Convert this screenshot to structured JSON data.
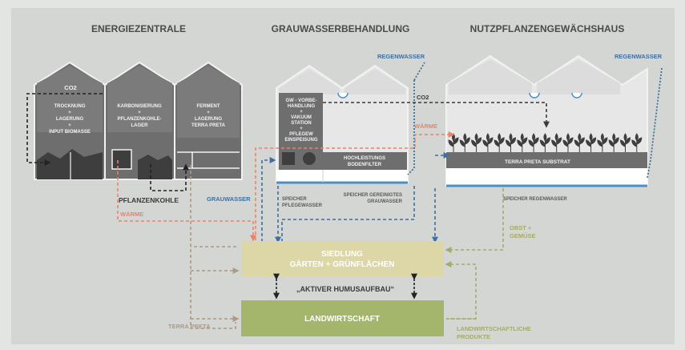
{
  "colors": {
    "background": "#d3d6d3",
    "house_dark": "#6e6e6e",
    "house_light": "#bcbcbc",
    "grey_arrow": "#8b8b8b",
    "water_blue": "#3f6f9f",
    "heat_orange": "#e9836b",
    "dark_arrow": "#3a3a3a",
    "tp_brown": "#ae9a83",
    "green_arrow": "#a5ab6c",
    "siedlung_fill": "#ddd6a6",
    "landwirtschaft_fill": "#a4b56c"
  },
  "sections": {
    "energy": "ENERGIEZENTRALE",
    "greywater": "GRAUWASSERBEHANDLUNG",
    "greenhouse": "NUTZPFLANZENGEWÄCHSHAUS"
  },
  "energy_house": {
    "co2": "CO2",
    "col1": [
      "TROCKNUNG",
      "+",
      "LAGERUNG",
      "+",
      "INPUT BIOMASSE"
    ],
    "col2": [
      "KARBONISIERUNG",
      "+",
      "PFLANZENKOHLE-",
      "LAGER"
    ],
    "col3": [
      "FERMENT",
      "+",
      "LAGERUNG",
      "TERRA PRETA"
    ]
  },
  "grey_house": {
    "lines": [
      "GW - VORBE-",
      "HANDLUNG",
      "+",
      "VAKUUM",
      "STATION",
      "+",
      "PFLEGEW",
      "EINSPEISUNG"
    ],
    "filter": [
      "HOCHLEISTUNGS",
      "BODENFILTER"
    ],
    "tank1": [
      "SPEICHER",
      "PFLEGEWASSER"
    ],
    "tank2": [
      "SPEICHER GEREINIGTES",
      "GRAUWASSER"
    ]
  },
  "green_house": {
    "substrate": "TERRA PRETA SUBSTRAT",
    "tank": "SPEICHER REGENWASSER"
  },
  "flows": {
    "regenwasser_1": "REGENWASSER",
    "regenwasser_2": "REGENWASSER",
    "co2": "CO2",
    "waerme_1": "WÄRME",
    "waerme_2": "WÄRME",
    "grauwasser": "GRAUWASSER",
    "pflanzenkohle": "PFLANZENKOHLE",
    "obst": [
      "OBST +",
      "GEMÜSE"
    ],
    "terra_preta": "TERRA PRETA",
    "landw_produkte": [
      "LANDWIRTSCHAFTLICHE",
      "PRODUKTE"
    ]
  },
  "boxes": {
    "siedlung": [
      "SIEDLUNG",
      "GÄRTEN + GRÜNFLÄCHEN"
    ],
    "humus": "„AKTIVER HUMUSAUFBAU“",
    "landwirtschaft": "LANDWIRTSCHAFT"
  }
}
